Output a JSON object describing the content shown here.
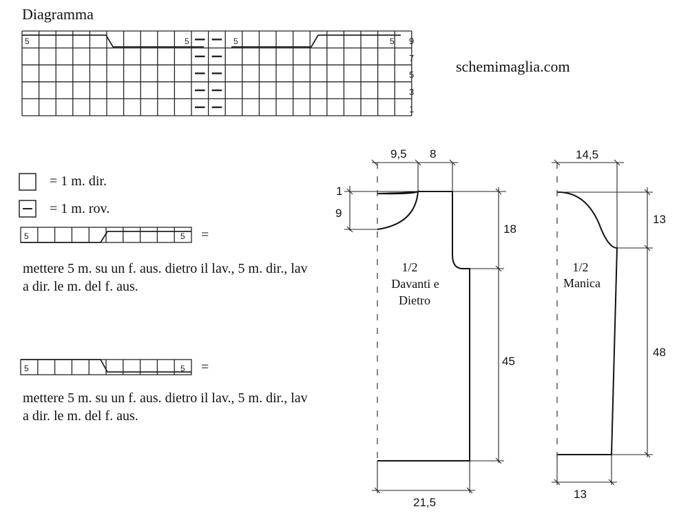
{
  "title": "Diagramma",
  "site": "schemimaglia.com",
  "chart": {
    "row_labels": [
      "9",
      "7",
      "5",
      "3",
      "1"
    ],
    "cell_mark": "5"
  },
  "legend": {
    "knit_label": "= 1 m. dir.",
    "purl_label": "= 1 m. rov.",
    "cable_mark": "5",
    "equals": "=",
    "cable1_text": "mettere 5 m. su un f. aus. dietro il lav., 5 m. dir., lav a dir. le m. del f. aus.",
    "cable2_text": "mettere 5 m. su un f. aus. dietro il lav., 5 m. dir., lav a dir. le m. del f. aus."
  },
  "front_back": {
    "label_line1": "1/2",
    "label_line2": "Davanti e",
    "label_line3": "Dietro",
    "dim_neck_width": "9,5",
    "dim_shoulder": "8",
    "dim_neck_top": "1",
    "dim_neck_depth": "9",
    "dim_armhole": "18",
    "dim_body": "45",
    "dim_bottom": "21,5"
  },
  "sleeve": {
    "label_line1": "1/2",
    "label_line2": "Manica",
    "dim_top": "14,5",
    "dim_cap": "13",
    "dim_length": "48",
    "dim_bottom": "13"
  }
}
